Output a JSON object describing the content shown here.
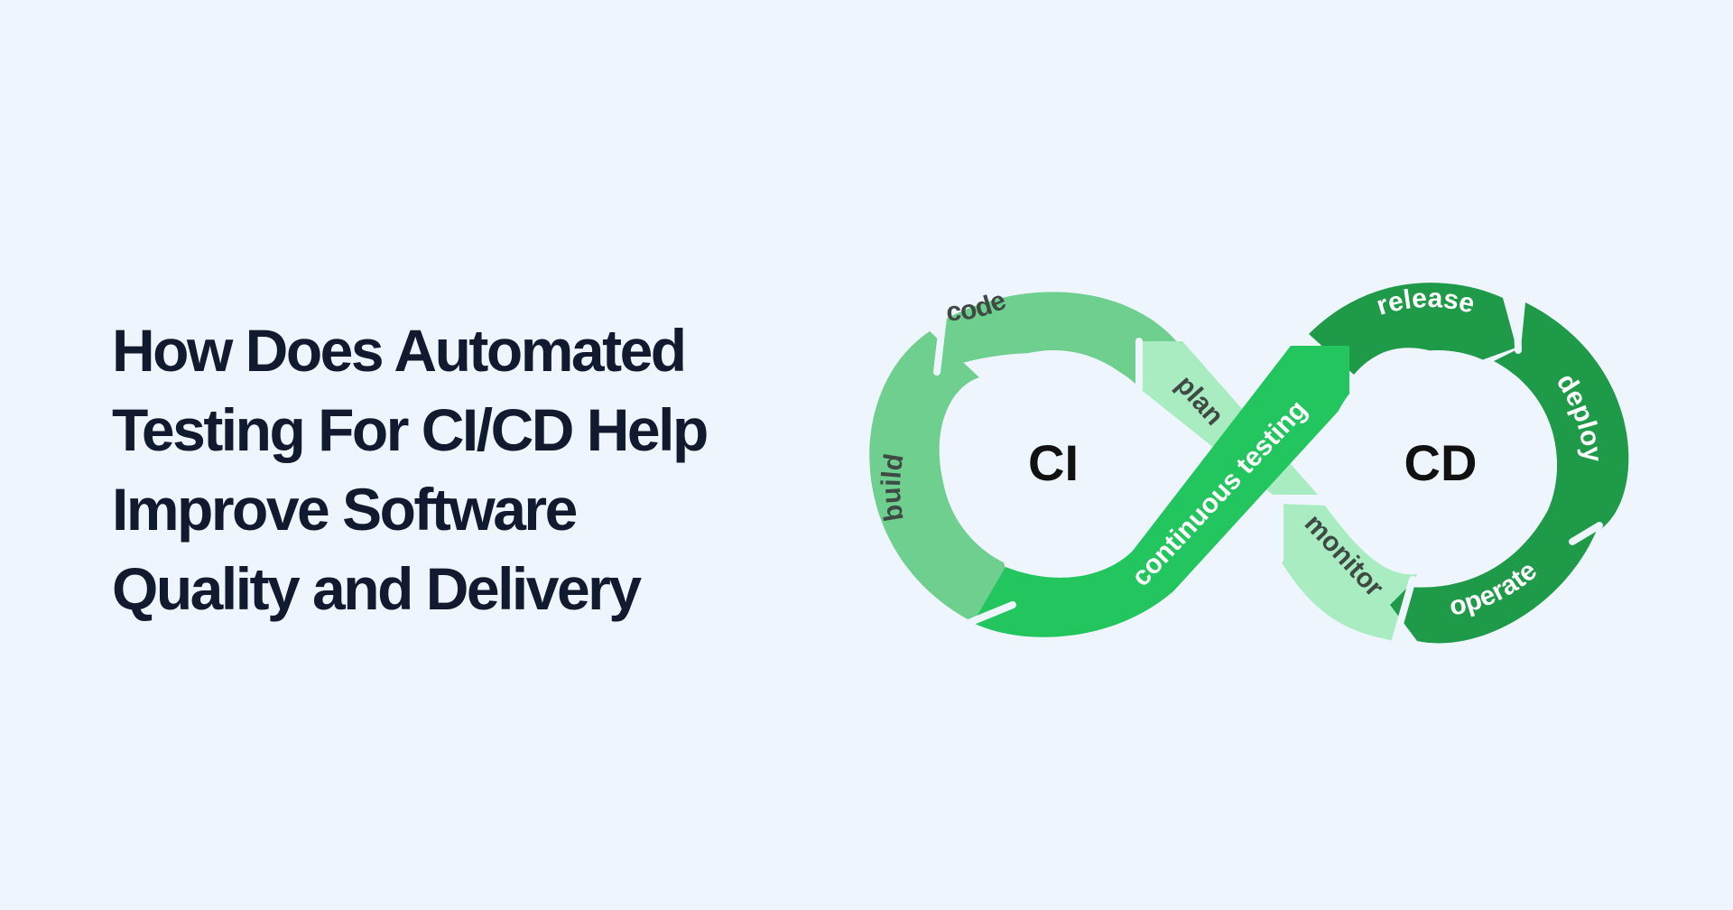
{
  "title": {
    "lines": [
      "How Does Automated",
      "Testing For CI/CD Help",
      "Improve Software",
      "Quality and Delivery"
    ]
  },
  "diagram": {
    "ci_label": "CI",
    "cd_label": "CD",
    "stages": {
      "code": "code",
      "build": "build",
      "plan": "plan",
      "continuous_testing": "continuous testing",
      "release": "release",
      "deploy": "deploy",
      "operate": "operate",
      "monitor": "monitor"
    },
    "colors": {
      "ci_stages": "#6fcf8f",
      "plan_monitor": "#a9ecc2",
      "continuous_testing": "#22c55e",
      "cd_stages": "#1f9a48",
      "background": "#eff5fd"
    }
  }
}
